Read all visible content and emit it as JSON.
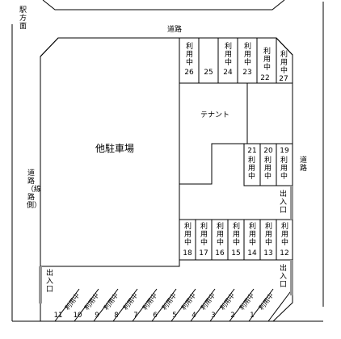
{
  "labels": {
    "station_side": "駅方面",
    "road_top": "道路",
    "road_right": "道路",
    "road_left": "道路（線路側）",
    "other_parking": "他駐車場",
    "tenant": "テナント",
    "entrance_left": "出入口",
    "entrance_right_upper": "出入口",
    "entrance_right_lower": "出入口",
    "in_use": "利用中"
  },
  "top_row": [
    {
      "no": "26",
      "in_use": true
    },
    {
      "no": "25",
      "in_use": false
    },
    {
      "no": "24",
      "in_use": true
    },
    {
      "no": "23",
      "in_use": true
    },
    {
      "no": "22",
      "in_use": true
    },
    {
      "no": "27",
      "in_use": true
    }
  ],
  "right_column": [
    {
      "no": "21",
      "in_use": true
    },
    {
      "no": "20",
      "in_use": true
    },
    {
      "no": "19",
      "in_use": true
    }
  ],
  "middle_row": [
    {
      "no": "18",
      "in_use": true
    },
    {
      "no": "17",
      "in_use": true
    },
    {
      "no": "16",
      "in_use": true
    },
    {
      "no": "15",
      "in_use": true
    },
    {
      "no": "14",
      "in_use": true
    },
    {
      "no": "13",
      "in_use": true
    },
    {
      "no": "12",
      "in_use": true
    }
  ],
  "bottom_row": [
    {
      "no": "11",
      "in_use": true
    },
    {
      "no": "10",
      "in_use": true
    },
    {
      "no": "9",
      "in_use": true
    },
    {
      "no": "8",
      "in_use": true
    },
    {
      "no": "7",
      "in_use": true
    },
    {
      "no": "6",
      "in_use": true
    },
    {
      "no": "5",
      "in_use": true
    },
    {
      "no": "4",
      "in_use": true
    },
    {
      "no": "3",
      "in_use": true
    },
    {
      "no": "2",
      "in_use": true
    },
    {
      "no": "1",
      "in_use": true
    }
  ]
}
